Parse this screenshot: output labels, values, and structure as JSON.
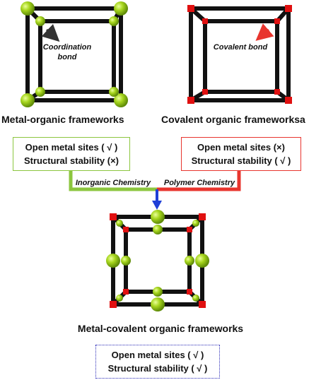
{
  "mof": {
    "bond_label_line1": "Coordination",
    "bond_label_line2": "bond",
    "caption": "Metal-organic frameworks",
    "props": [
      "Open metal sites ( √ )",
      "Structural stability (×)"
    ],
    "branch_label": "Inorganic Chemistry",
    "color": "#8cc63f"
  },
  "cof": {
    "bond_label": "Covalent bond",
    "caption": "Covalent organic frameworksa",
    "props": [
      "Open metal sites (×)",
      "Structural stability ( √ )"
    ],
    "branch_label": "Polymer Chemistry",
    "color": "#e8352e"
  },
  "mcof": {
    "caption": "Metal-covalent organic frameworks",
    "props": [
      "Open metal sites ( √ )",
      "Structural stability ( √ )"
    ],
    "arrow_color": "#1f3fd6",
    "box_border_color": "#2a2ab8"
  },
  "colors": {
    "bond_black": "#111111",
    "metal_node": "#9ccc1f",
    "covalent_node": "#e01010"
  }
}
